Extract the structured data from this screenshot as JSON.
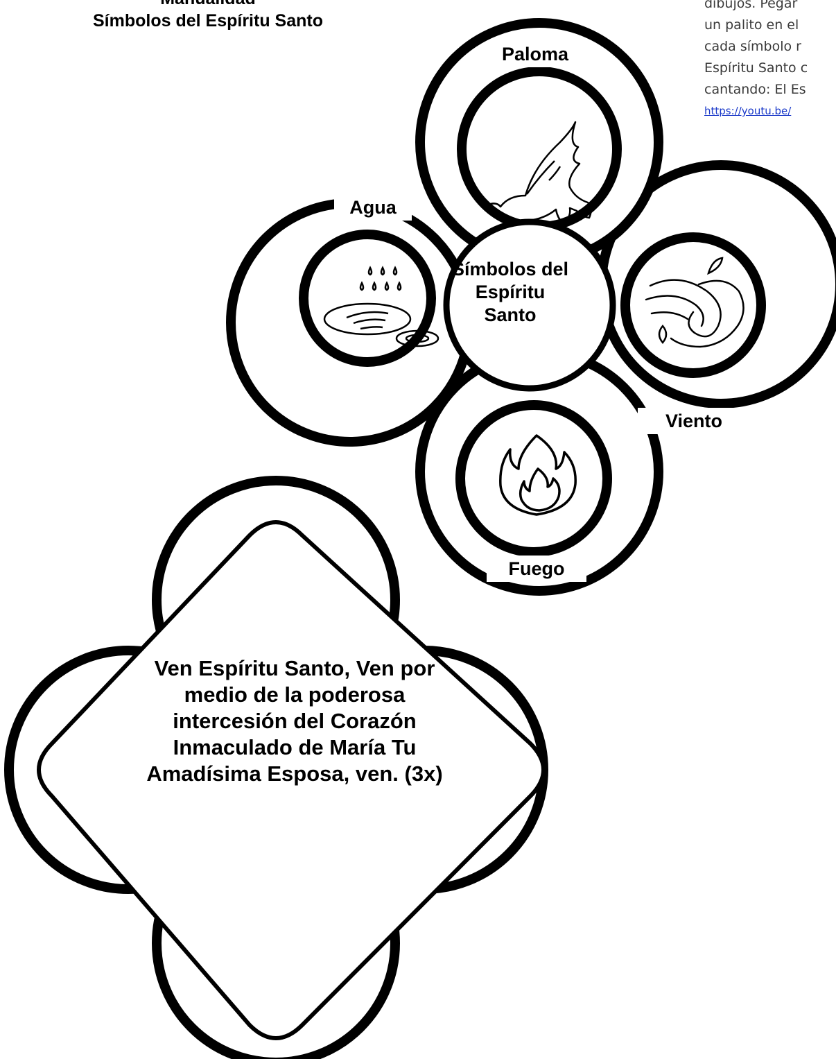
{
  "header": {
    "top_line": "Manualidad",
    "title": "Símbolos del Espíritu Santo"
  },
  "side_note": {
    "lines": [
      "dibujos. Pegar",
      "un palito en el",
      "cada símbolo r",
      "Espíritu Santo c",
      "cantando: El Es"
    ],
    "link": "https://youtu.be/"
  },
  "wheel": {
    "center": "Símbolos del Espíritu Santo",
    "symbols": {
      "top": "Paloma",
      "left": "Agua",
      "right": "Viento",
      "bottom": "Fuego"
    }
  },
  "prayer": {
    "text": "Ven Espíritu Santo, Ven por medio de la poderosa intercesión del Corazón Inmaculado de María Tu Amadísima Esposa, ven. (3x)"
  }
}
